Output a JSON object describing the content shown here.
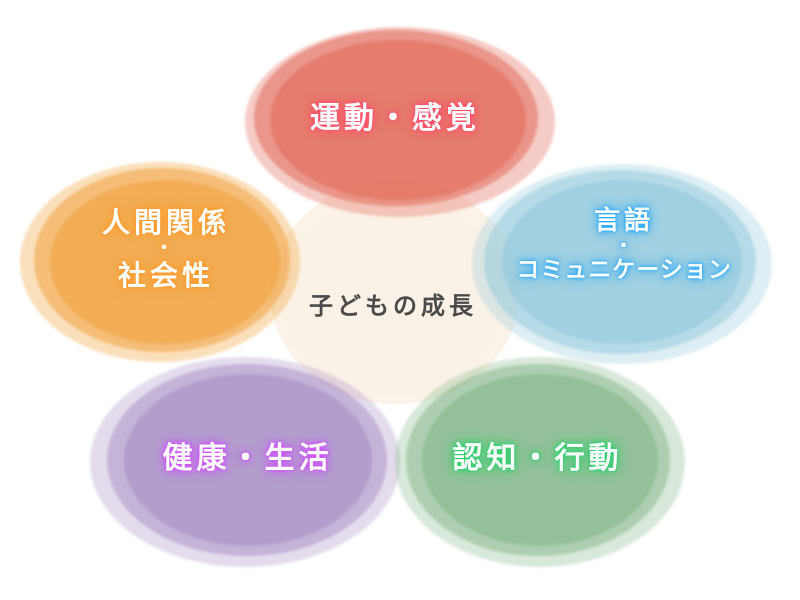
{
  "center": {
    "label": "子どもの成長"
  },
  "areas": {
    "motor": {
      "label": "運動・感覚",
      "color": "#e26b5a"
    },
    "social": {
      "line1": "人間関係",
      "dot": "・",
      "line2": "社会性",
      "color": "#f0a340"
    },
    "lang": {
      "line1": "言語",
      "dot": "・",
      "line2": "コミュニケーション",
      "color": "#8fc8dc"
    },
    "health": {
      "label": "健康・生活",
      "color": "#a48cc4"
    },
    "cog": {
      "label": "認知・行動",
      "color": "#7fb486"
    }
  },
  "center_color": "#fbf2e6"
}
